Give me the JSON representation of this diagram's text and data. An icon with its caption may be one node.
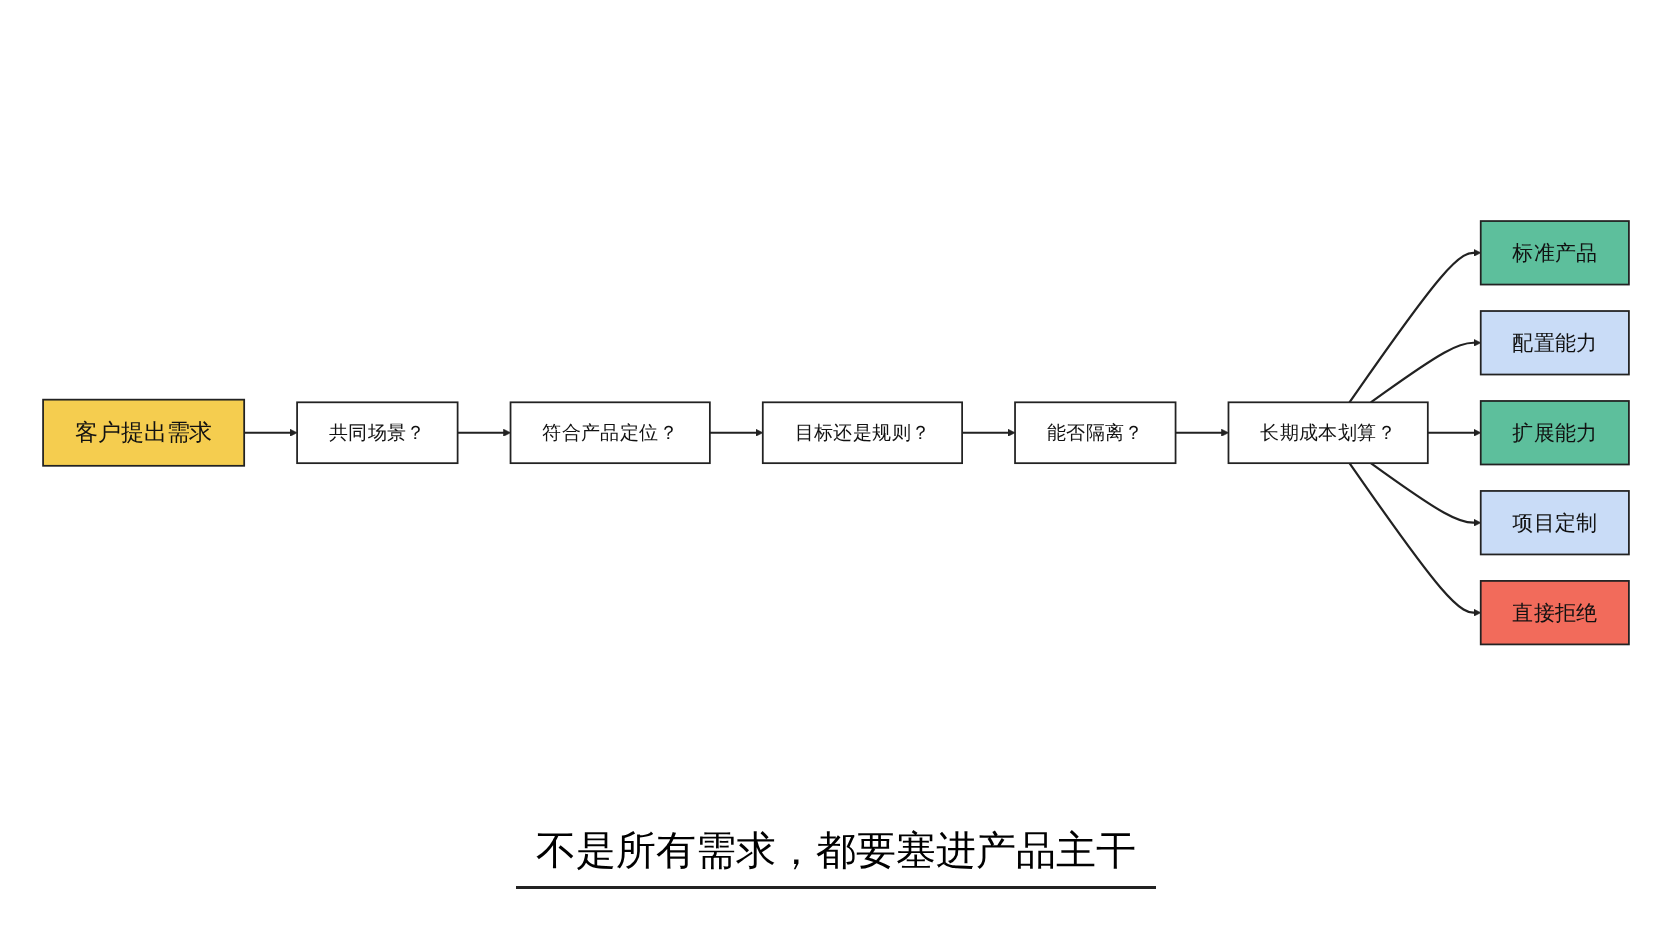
{
  "diagram": {
    "caption": "不是所有需求，都要塞进产品主干",
    "nodes": [
      {
        "text": [
          "客户提出需求"
        ]
      },
      {
        "text": [
          "共同场景？"
        ]
      },
      {
        "text": [
          "符合产品定位？"
        ]
      },
      {
        "text": [
          "目标还是规则？"
        ]
      },
      {
        "text": [
          "能否隔离？"
        ]
      },
      {
        "text": [
          "长期成本划算？"
        ]
      },
      {
        "text": [
          "标准产品"
        ]
      },
      {
        "text": [
          "配置能力"
        ]
      },
      {
        "text": [
          "扩展能力"
        ]
      },
      {
        "text": [
          "项目定制"
        ]
      },
      {
        "text": [
          "直接拒绝"
        ]
      }
    ],
    "edges": [
      {
        "from": 0,
        "to": 1,
        "arrow": "to"
      },
      {
        "from": 1,
        "to": 2,
        "arrow": "to"
      },
      {
        "from": 2,
        "to": 3,
        "arrow": "to"
      },
      {
        "from": 3,
        "to": 4,
        "arrow": "to"
      },
      {
        "from": 4,
        "to": 5,
        "arrow": "to"
      },
      {
        "from": 5,
        "to": 6,
        "arrow": "to"
      },
      {
        "from": 5,
        "to": 7,
        "arrow": "to"
      },
      {
        "from": 5,
        "to": 8,
        "arrow": "to"
      },
      {
        "from": 5,
        "to": 9,
        "arrow": "to"
      },
      {
        "from": 5,
        "to": 10,
        "arrow": "to"
      }
    ]
  }
}
